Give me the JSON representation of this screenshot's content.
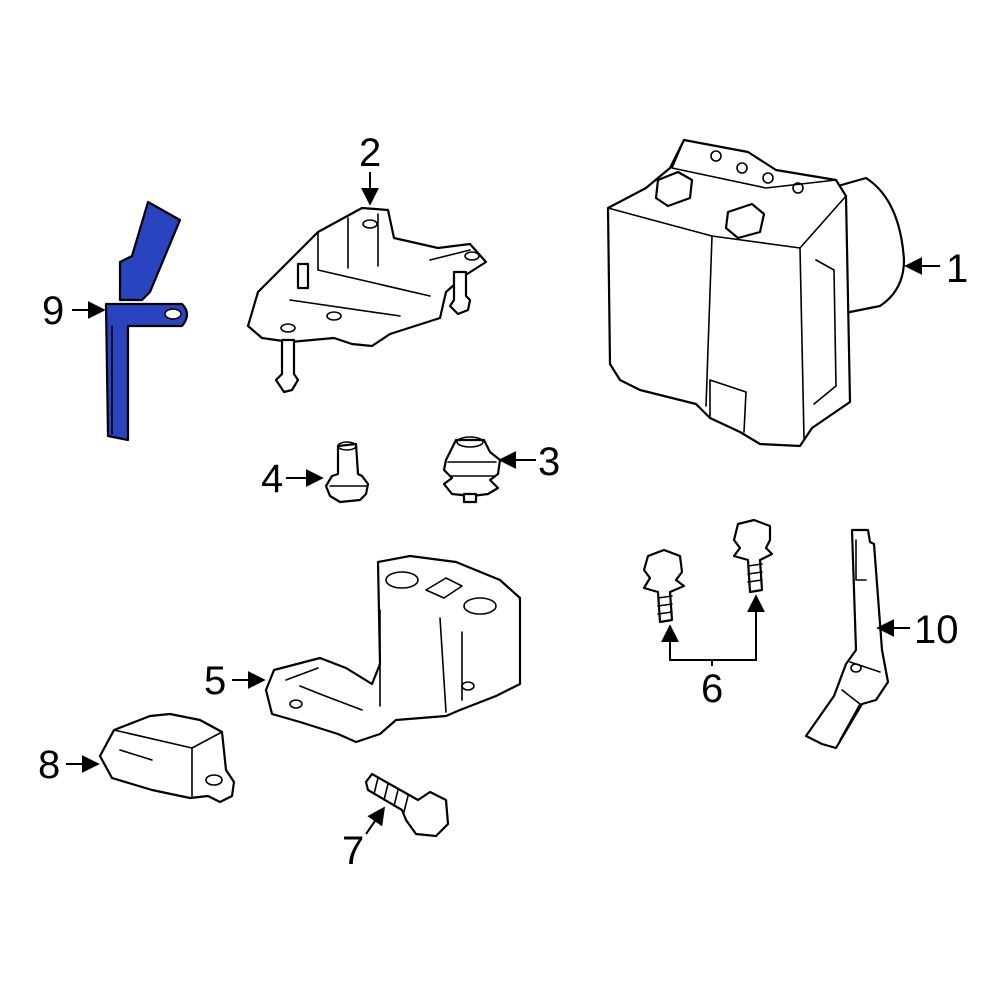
{
  "diagram": {
    "highlight_color": "#2a44c0",
    "callouts": [
      {
        "id": "c1",
        "label": "1"
      },
      {
        "id": "c2",
        "label": "2"
      },
      {
        "id": "c3",
        "label": "3"
      },
      {
        "id": "c4",
        "label": "4"
      },
      {
        "id": "c5",
        "label": "5"
      },
      {
        "id": "c6",
        "label": "6"
      },
      {
        "id": "c7",
        "label": "7"
      },
      {
        "id": "c8",
        "label": "8"
      },
      {
        "id": "c9",
        "label": "9"
      },
      {
        "id": "c10",
        "label": "10"
      }
    ]
  }
}
